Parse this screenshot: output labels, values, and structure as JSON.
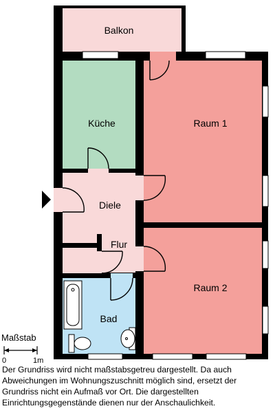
{
  "rooms": {
    "balkon": "Balkon",
    "kueche": "Küche",
    "raum1": "Raum 1",
    "diele": "Diele",
    "flur": "Flur",
    "raum2": "Raum 2",
    "bad": "Bad"
  },
  "scale": {
    "title": "Maßstab",
    "start": "0",
    "end": "1m"
  },
  "disclaimer": "Der Grundriss wird nicht maßstabsgetreu dargestellt. Da auch Abweichungen im Wohnungszuschnitt möglich sind, ersetzt der Grundriss nicht ein Aufmaß vor Ort. Die dargestellten Einrichtungsgegenstände dienen nur der Anschaulichkeit.",
  "colors": {
    "balkon": "#f9d9d9",
    "kueche": "#b3dcc1",
    "raum": "#f4a09b",
    "diele": "#f9d9d9",
    "bad": "#bfe3f5",
    "wall": "#000000"
  }
}
